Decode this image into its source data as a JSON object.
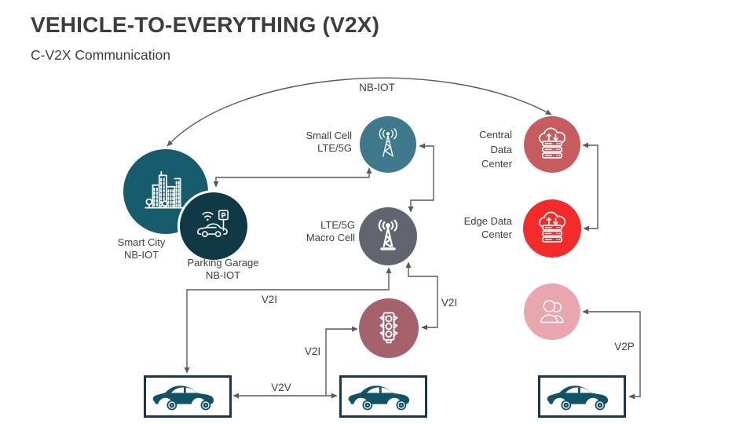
{
  "header": {
    "title": "VEHICLE-TO-EVERYTHING (V2X)",
    "subtitle": "C-V2X Communication"
  },
  "nodes": {
    "smart_city": {
      "label": "Smart City\nNB-IOT",
      "icon": "city-buildings-icon",
      "color": "#175C6D"
    },
    "parking_garage": {
      "label": "Parking Garage\nNB-IOT",
      "icon": "connected-car-parking-icon",
      "color": "#0E3945"
    },
    "small_cell": {
      "label": "Small Cell\nLTE/5G",
      "icon": "antenna-tower-icon",
      "color": "#3E7A8C"
    },
    "macro_cell": {
      "label": "LTE/5G\nMacro Cell",
      "icon": "antenna-tower-icon",
      "color": "#60656F"
    },
    "traffic_light": {
      "icon": "traffic-light-icon",
      "color": "#A5616C"
    },
    "central_data_center": {
      "label": "Central\nData\nCenter",
      "icon": "cloud-server-icon",
      "color": "#C75C5F"
    },
    "edge_data_center": {
      "label": "Edge Data\nCenter",
      "icon": "cloud-server-icon",
      "color": "#F52A2A"
    },
    "pedestrians": {
      "icon": "people-icon",
      "color": "#E9A6AE"
    },
    "car_left": {
      "icon": "car-icon",
      "color": "#105266"
    },
    "car_middle": {
      "icon": "car-icon",
      "color": "#105266"
    },
    "car_right": {
      "icon": "car-icon",
      "color": "#105266"
    }
  },
  "links": {
    "nb_iot": {
      "label": "NB-IOT"
    },
    "v2i_vehicle_macro": {
      "label": "V2I"
    },
    "v2i_macro_traffic": {
      "label": "V2I"
    },
    "v2i_vehicle_traffic": {
      "label": "V2I"
    },
    "v2v": {
      "label": "V2V"
    },
    "v2p": {
      "label": "V2P"
    }
  },
  "colors": {
    "connector": "#5A5A5A",
    "text": "#404040",
    "car_fill": "#105266",
    "car_box_border": "#16365C"
  }
}
